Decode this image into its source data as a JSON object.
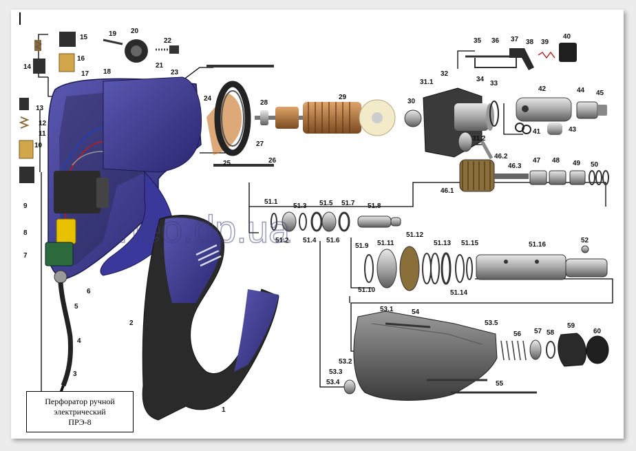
{
  "title_lines": [
    "Перфоратор ручной",
    "электрический",
    "ПРЭ-8"
  ],
  "watermark": "neo.dp.ua",
  "corner_mark": "I",
  "labels": [
    {
      "id": "1",
      "t": "1"
    },
    {
      "id": "2",
      "t": "2"
    },
    {
      "id": "3",
      "t": "3"
    },
    {
      "id": "4",
      "t": "4"
    },
    {
      "id": "5",
      "t": "5"
    },
    {
      "id": "6",
      "t": "6"
    },
    {
      "id": "7",
      "t": "7"
    },
    {
      "id": "8",
      "t": "8"
    },
    {
      "id": "9",
      "t": "9"
    },
    {
      "id": "10",
      "t": "10"
    },
    {
      "id": "11",
      "t": "11"
    },
    {
      "id": "12",
      "t": "12"
    },
    {
      "id": "13",
      "t": "13"
    },
    {
      "id": "14",
      "t": "14"
    },
    {
      "id": "15",
      "t": "15"
    },
    {
      "id": "16",
      "t": "16"
    },
    {
      "id": "17",
      "t": "17"
    },
    {
      "id": "18",
      "t": "18"
    },
    {
      "id": "19",
      "t": "19"
    },
    {
      "id": "20",
      "t": "20"
    },
    {
      "id": "21",
      "t": "21"
    },
    {
      "id": "22",
      "t": "22"
    },
    {
      "id": "23",
      "t": "23"
    },
    {
      "id": "24",
      "t": "24"
    },
    {
      "id": "25",
      "t": "25"
    },
    {
      "id": "26",
      "t": "26"
    },
    {
      "id": "27",
      "t": "27"
    },
    {
      "id": "28",
      "t": "28"
    },
    {
      "id": "29",
      "t": "29"
    },
    {
      "id": "30",
      "t": "30"
    },
    {
      "id": "31-1",
      "t": "31.1"
    },
    {
      "id": "31-2",
      "t": "31.2"
    },
    {
      "id": "32",
      "t": "32"
    },
    {
      "id": "33",
      "t": "33"
    },
    {
      "id": "34",
      "t": "34"
    },
    {
      "id": "35",
      "t": "35"
    },
    {
      "id": "36",
      "t": "36"
    },
    {
      "id": "37",
      "t": "37"
    },
    {
      "id": "38",
      "t": "38"
    },
    {
      "id": "39",
      "t": "39"
    },
    {
      "id": "40",
      "t": "40"
    },
    {
      "id": "41",
      "t": "41"
    },
    {
      "id": "42",
      "t": "42"
    },
    {
      "id": "43",
      "t": "43"
    },
    {
      "id": "44",
      "t": "44"
    },
    {
      "id": "45",
      "t": "45"
    },
    {
      "id": "46-1",
      "t": "46.1"
    },
    {
      "id": "46-2",
      "t": "46.2"
    },
    {
      "id": "46-3",
      "t": "46.3"
    },
    {
      "id": "47",
      "t": "47"
    },
    {
      "id": "48",
      "t": "48"
    },
    {
      "id": "49",
      "t": "49"
    },
    {
      "id": "50",
      "t": "50"
    },
    {
      "id": "51-1",
      "t": "51.1"
    },
    {
      "id": "51-2",
      "t": "51.2"
    },
    {
      "id": "51-3",
      "t": "51.3"
    },
    {
      "id": "51-4",
      "t": "51.4"
    },
    {
      "id": "51-5",
      "t": "51.5"
    },
    {
      "id": "51-6",
      "t": "51.6"
    },
    {
      "id": "51-7",
      "t": "51.7"
    },
    {
      "id": "51-8",
      "t": "51.8"
    },
    {
      "id": "51-9",
      "t": "51.9"
    },
    {
      "id": "51-10",
      "t": "51.10"
    },
    {
      "id": "51-11",
      "t": "51.11"
    },
    {
      "id": "51-12",
      "t": "51.12"
    },
    {
      "id": "51-13",
      "t": "51.13"
    },
    {
      "id": "51-14",
      "t": "51.14"
    },
    {
      "id": "51-15",
      "t": "51.15"
    },
    {
      "id": "51-16",
      "t": "51.16"
    },
    {
      "id": "52",
      "t": "52"
    },
    {
      "id": "53-1",
      "t": "53.1"
    },
    {
      "id": "53-2",
      "t": "53.2"
    },
    {
      "id": "53-3",
      "t": "53.3"
    },
    {
      "id": "53-4",
      "t": "53.4"
    },
    {
      "id": "53-5",
      "t": "53.5"
    },
    {
      "id": "54",
      "t": "54"
    },
    {
      "id": "55",
      "t": "55"
    },
    {
      "id": "56",
      "t": "56"
    },
    {
      "id": "57",
      "t": "57"
    },
    {
      "id": "58",
      "t": "58"
    },
    {
      "id": "59",
      "t": "59"
    },
    {
      "id": "60",
      "t": "60"
    }
  ]
}
